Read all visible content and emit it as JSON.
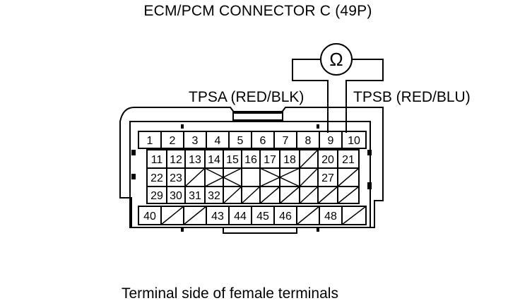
{
  "diagram": {
    "title": "ECM/PCM CONNECTOR C (49P)",
    "meter_symbol": "Ω",
    "probe_a_label": "TPSA (RED/BLK)",
    "probe_b_label": "TPSB (RED/BLU)",
    "caption": "Terminal side of female terminals"
  },
  "terminals": {
    "row1": [
      "1",
      "2",
      "3",
      "4",
      "5",
      "6",
      "7",
      "8",
      "9",
      "10"
    ],
    "row2": [
      "11",
      "12",
      "13",
      "14",
      "15",
      "16",
      "17",
      "18",
      "20",
      "21"
    ],
    "row3": [
      "22",
      "23",
      "27"
    ],
    "row4": [
      "29",
      "30",
      "31",
      "32"
    ],
    "row5": [
      "40",
      "43",
      "44",
      "45",
      "46",
      "48"
    ]
  }
}
